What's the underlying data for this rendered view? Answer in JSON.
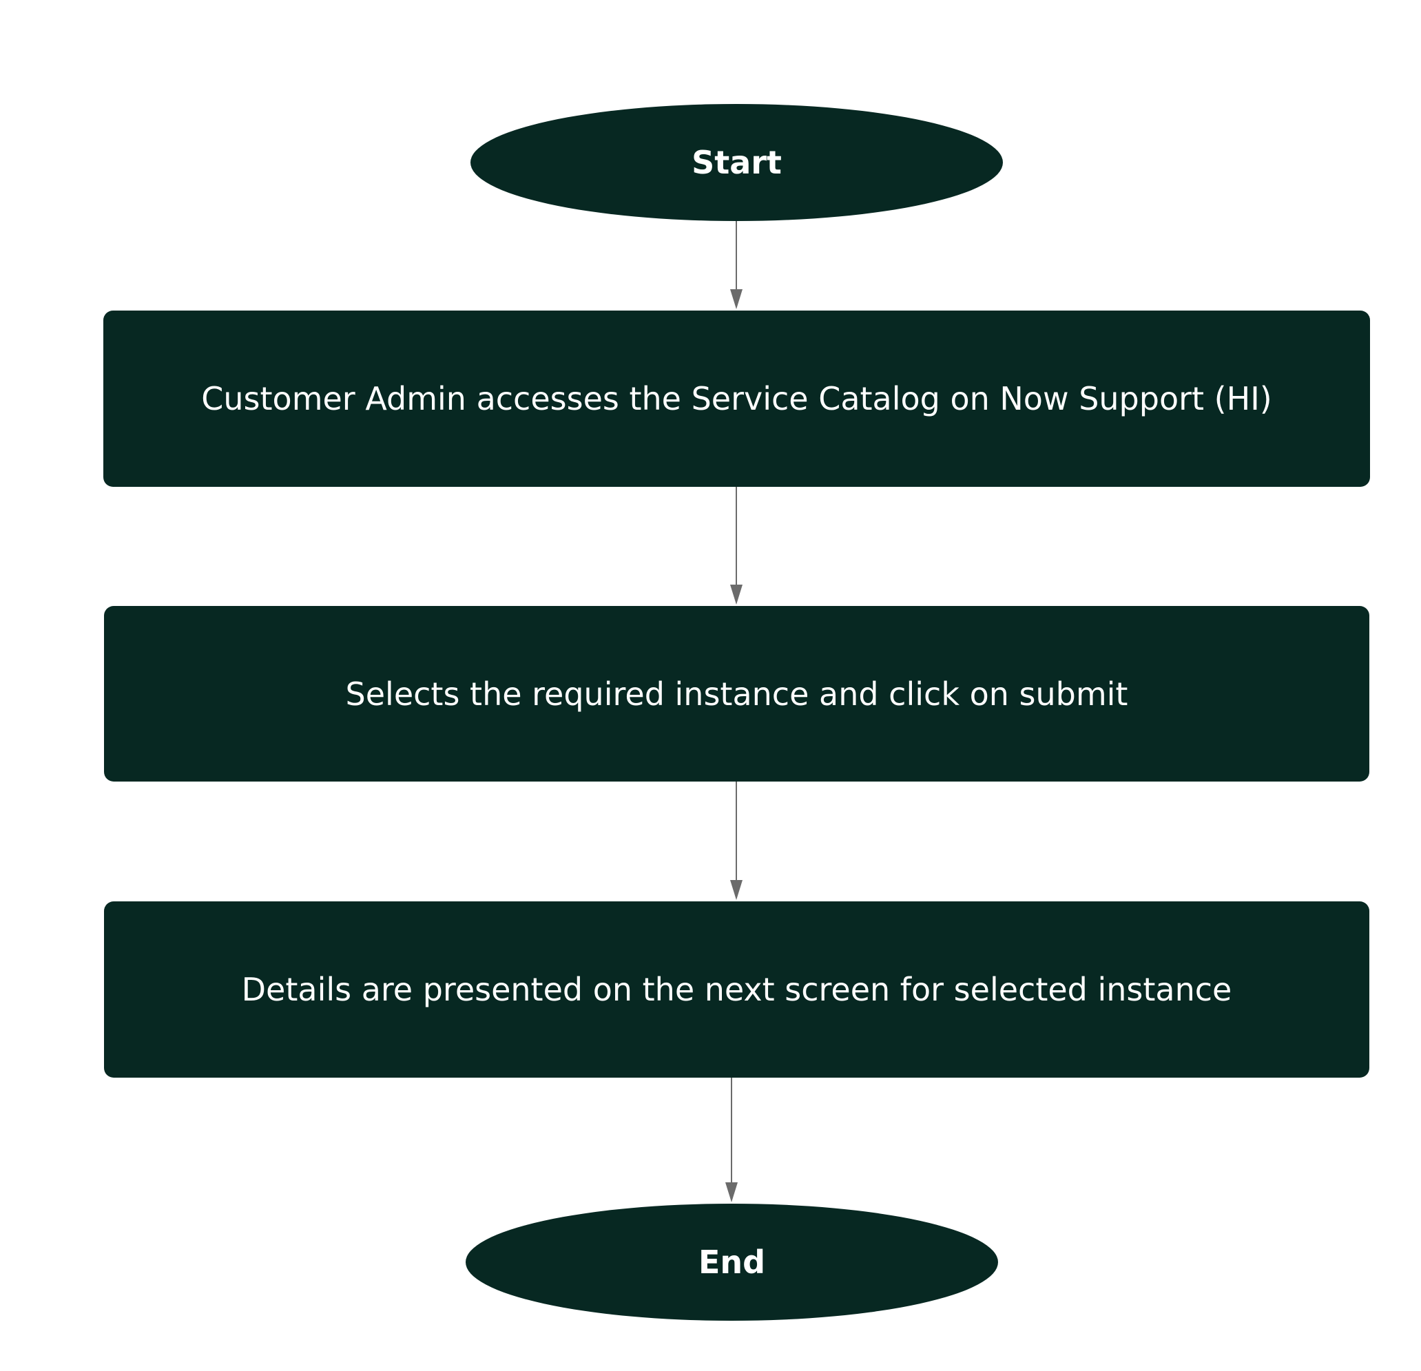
{
  "diagram": {
    "colors": {
      "node_fill": "#072822",
      "node_text": "#ffffff",
      "connector": "#6b6b6b",
      "background": "#ffffff"
    },
    "nodes": {
      "start": {
        "label": "Start",
        "shape": "terminal"
      },
      "step_1": {
        "label": "Customer Admin accesses the Service Catalog on Now Support (HI)",
        "shape": "process"
      },
      "step_2": {
        "label": "Selects the required instance and click on submit",
        "shape": "process"
      },
      "step_3": {
        "label": "Details are presented on the next screen for selected instance",
        "shape": "process"
      },
      "end": {
        "label": "End",
        "shape": "terminal"
      }
    },
    "edges": [
      {
        "from": "start",
        "to": "step_1"
      },
      {
        "from": "step_1",
        "to": "step_2"
      },
      {
        "from": "step_2",
        "to": "step_3"
      },
      {
        "from": "step_3",
        "to": "end"
      }
    ]
  }
}
